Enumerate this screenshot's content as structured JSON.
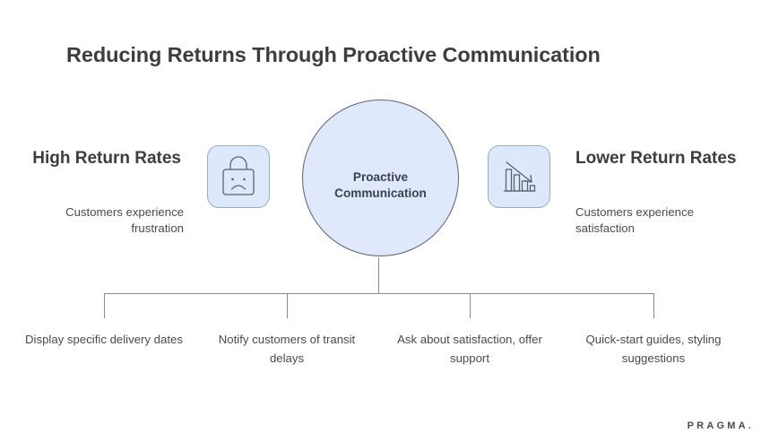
{
  "title": "Reducing Returns Through Proactive Communication",
  "left": {
    "heading": "High Return Rates",
    "subtext": "Customers experience frustration",
    "icon": "sad-shopping-bag-icon"
  },
  "center": {
    "label": "Proactive Communication",
    "fill_color": "#dfe9fb",
    "border_color": "#5a6370"
  },
  "right": {
    "heading": "Lower Return Rates",
    "subtext": "Customers experience satisfaction",
    "icon": "declining-bar-chart-icon"
  },
  "branches": [
    {
      "caption": "Display specific delivery dates"
    },
    {
      "caption": "Notify customers of transit delays"
    },
    {
      "caption": "Ask about satisfaction, offer support"
    },
    {
      "caption": "Quick-start guides, styling suggestions"
    }
  ],
  "footer": {
    "brand": "PRAGMA",
    "brand_dot": ".",
    "accent_color": "#3b6fd4"
  },
  "theme": {
    "tile_fill": "#dde9fa",
    "tile_border": "#9aadc6",
    "heading_color": "#3d3d3d",
    "body_color": "#4a4a4a",
    "connector_color": "#8a8a8a",
    "background": "#ffffff"
  }
}
